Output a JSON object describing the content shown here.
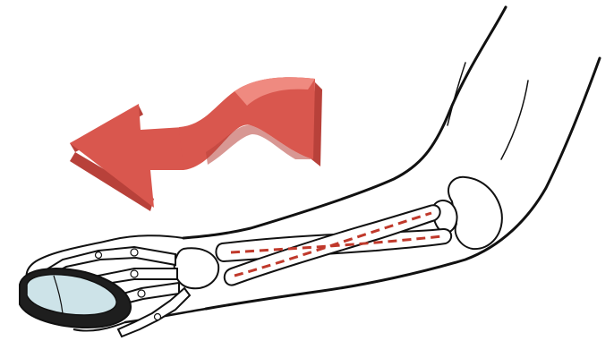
{
  "illustration": {
    "subject": "forearm-pronation-with-mouse",
    "icons": {
      "arrow": "twisting-arrow-icon",
      "arm": "forearm-outline",
      "hand": "hand-skeleton",
      "mouse": "computer-mouse-icon",
      "radius": "radius-bone",
      "ulna": "ulna-bone",
      "elbow": "elbow-joint",
      "crossing_lines": "crossed-bone-axis-lines"
    },
    "colors": {
      "arrow_main": "#d9574e",
      "arrow_dark": "#b8413a",
      "arrow_light": "#ef8a80",
      "outline": "#111111",
      "bone_fill": "#ffffff",
      "dash": "#c0392b",
      "mouse_shell": "#1e1e1e",
      "mouse_glass": "#cde3e8"
    }
  }
}
